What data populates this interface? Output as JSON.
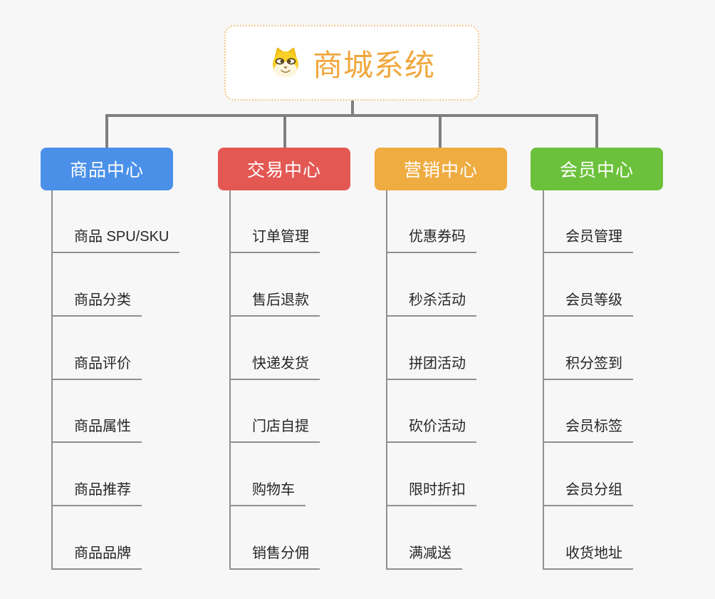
{
  "root": {
    "title": "商城系统",
    "icon": "shiba-dog-icon"
  },
  "branches": [
    {
      "label": "商品中心",
      "color": "#4a90e8",
      "items": [
        "商品 SPU/SKU",
        "商品分类",
        "商品评价",
        "商品属性",
        "商品推荐",
        "商品品牌"
      ]
    },
    {
      "label": "交易中心",
      "color": "#e45854",
      "items": [
        "订单管理",
        "售后退款",
        "快递发货",
        "门店自提",
        "购物车",
        "销售分佣"
      ]
    },
    {
      "label": "营销中心",
      "color": "#eeac41",
      "items": [
        "优惠券码",
        "秒杀活动",
        "拼团活动",
        "砍价活动",
        "限时折扣",
        "满减送"
      ]
    },
    {
      "label": "会员中心",
      "color": "#6cc13c",
      "items": [
        "会员管理",
        "会员等级",
        "积分签到",
        "会员标签",
        "会员分组",
        "收货地址"
      ]
    }
  ],
  "colors": {
    "background": "#f7f7f7",
    "root_text": "#f0a73e",
    "root_border": "#f3c987",
    "connector": "#7f7f7f",
    "leaf_underline": "#8f8f8f",
    "leaf_text": "#262626"
  }
}
